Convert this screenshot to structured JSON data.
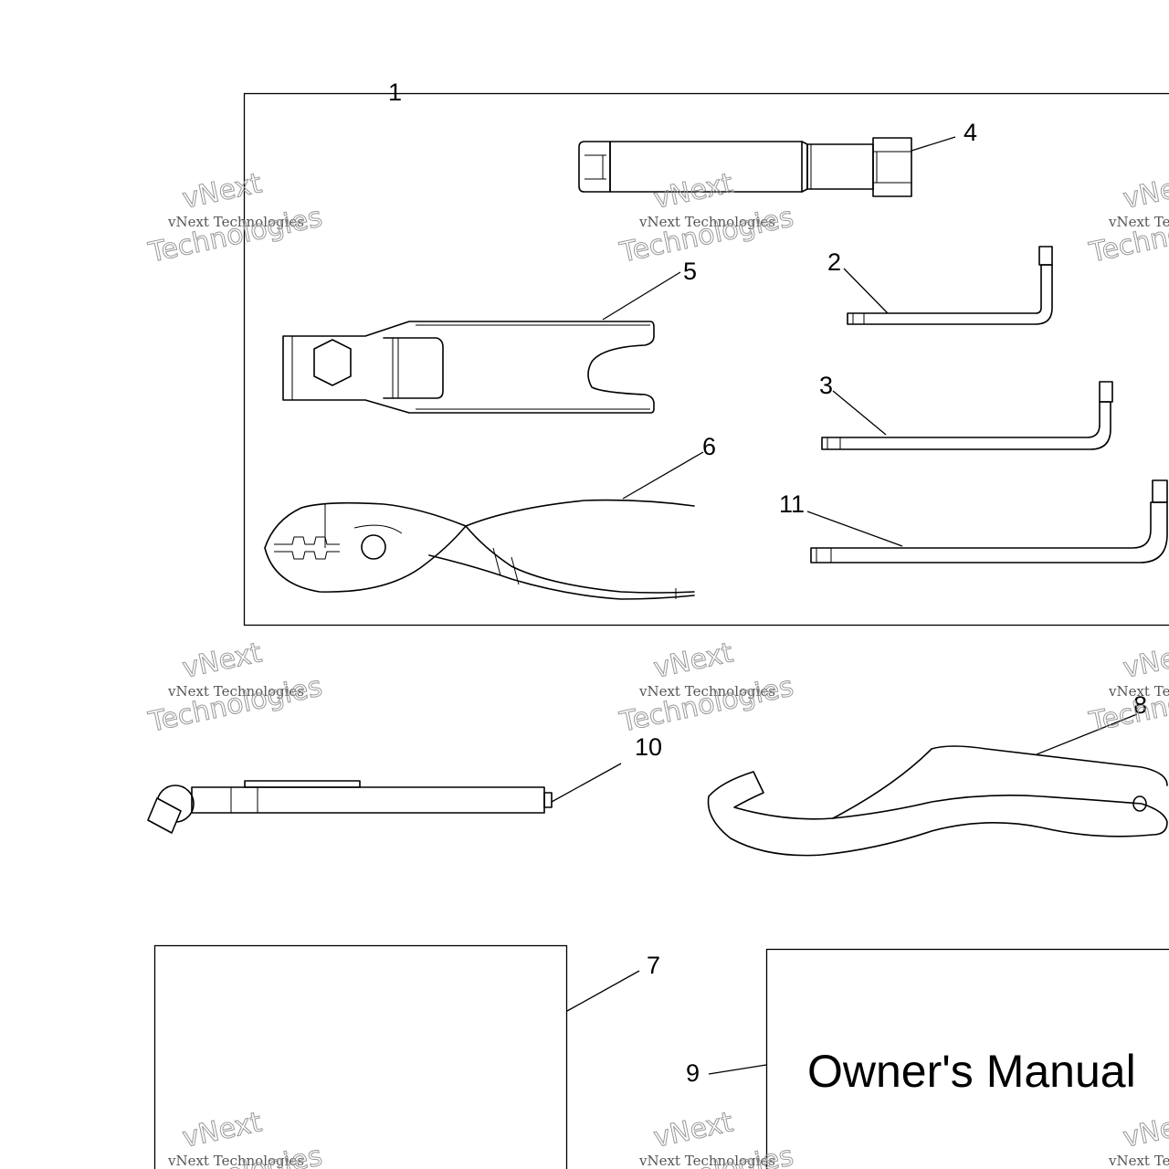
{
  "diagram": {
    "callouts": {
      "c1": "1",
      "c2": "2",
      "c3": "3",
      "c4": "4",
      "c5": "5",
      "c6": "6",
      "c7": "7",
      "c8": "8",
      "c9": "9",
      "c10": "10",
      "c11": "11"
    },
    "manual_title": "Owner's Manual"
  },
  "watermark": {
    "line1": "vNext",
    "line2": "vNext Technologies",
    "line3": "Technologies"
  }
}
